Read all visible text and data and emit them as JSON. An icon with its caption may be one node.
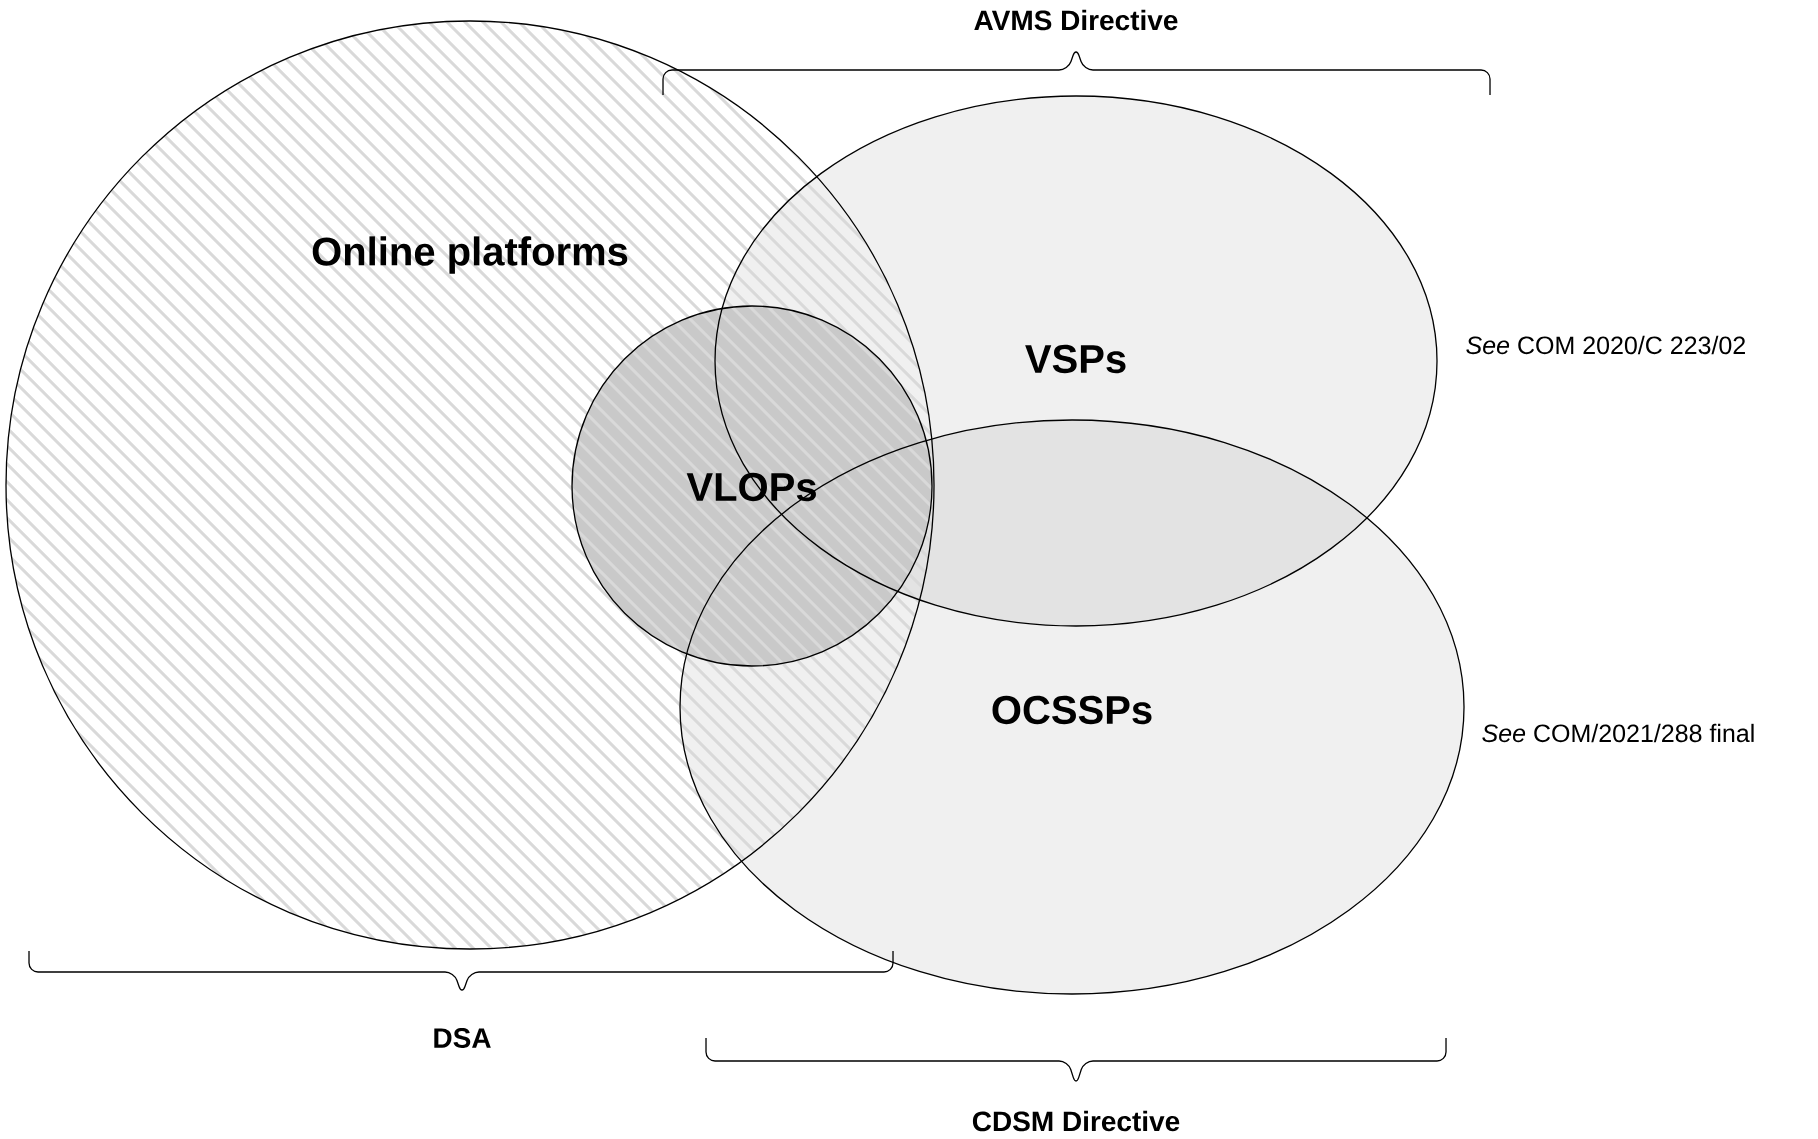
{
  "diagram": {
    "nodes": [
      {
        "text": [
          "Online platforms"
        ]
      },
      {
        "text": [
          "VSPs"
        ],
        "beside": [
          "*See* COM 2020/C 223/02"
        ]
      },
      {
        "text": [
          "VLOPs"
        ],
        "in": 0
      },
      {
        "text": [
          "OCSSPs"
        ],
        "beside": [
          "*See* COM/2021/288 final"
        ]
      }
    ],
    "labels": [
      "AVMS Directive",
      "DSA",
      "CDSM Directive"
    ]
  }
}
